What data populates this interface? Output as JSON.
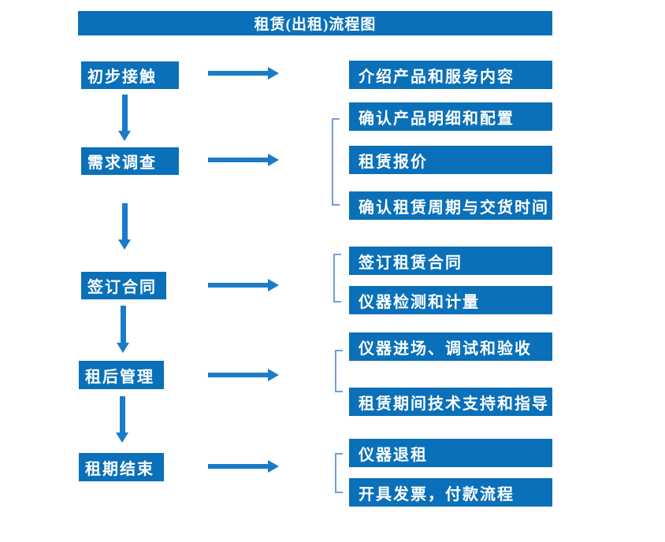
{
  "title": "租赁(出租)流程图",
  "colors": {
    "box_blue": "#0a70b9",
    "arrow_blue": "#1a7bc9",
    "bracket_blue": "#6f9fd8",
    "text": "#ffffff",
    "background": "#ffffff"
  },
  "steps": [
    {
      "label": "初步接触",
      "details": [
        "介绍产品和服务内容"
      ]
    },
    {
      "label": "需求调查",
      "details": [
        "确认产品明细和配置",
        "租赁报价",
        "确认租赁周期与交货时间"
      ]
    },
    {
      "label": "签订合同",
      "details": [
        "签订租赁合同",
        "仪器检测和计量"
      ]
    },
    {
      "label": "租后管理",
      "details": [
        "仪器进场、调试和验收",
        "租赁期间技术支持和指导"
      ]
    },
    {
      "label": "租期结束",
      "details": [
        "仪器退租",
        "开具发票，付款流程"
      ]
    }
  ]
}
